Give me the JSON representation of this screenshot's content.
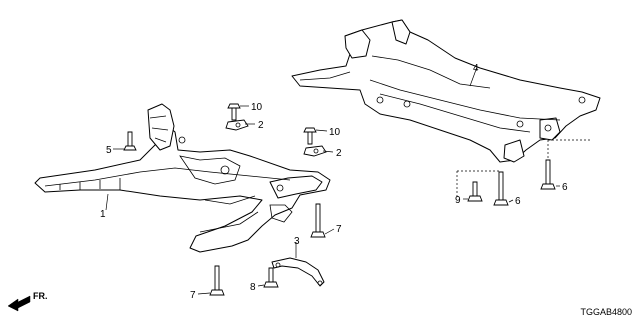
{
  "callouts": {
    "c1": "1",
    "c2a": "2",
    "c2b": "2",
    "c3": "3",
    "c4": "4",
    "c5": "5",
    "c6a": "6",
    "c6b": "6",
    "c7a": "7",
    "c7b": "7",
    "c8": "8",
    "c9": "9",
    "c10a": "10",
    "c10b": "10"
  },
  "direction_label": "FR.",
  "diagram_code": "TGGAB4800"
}
